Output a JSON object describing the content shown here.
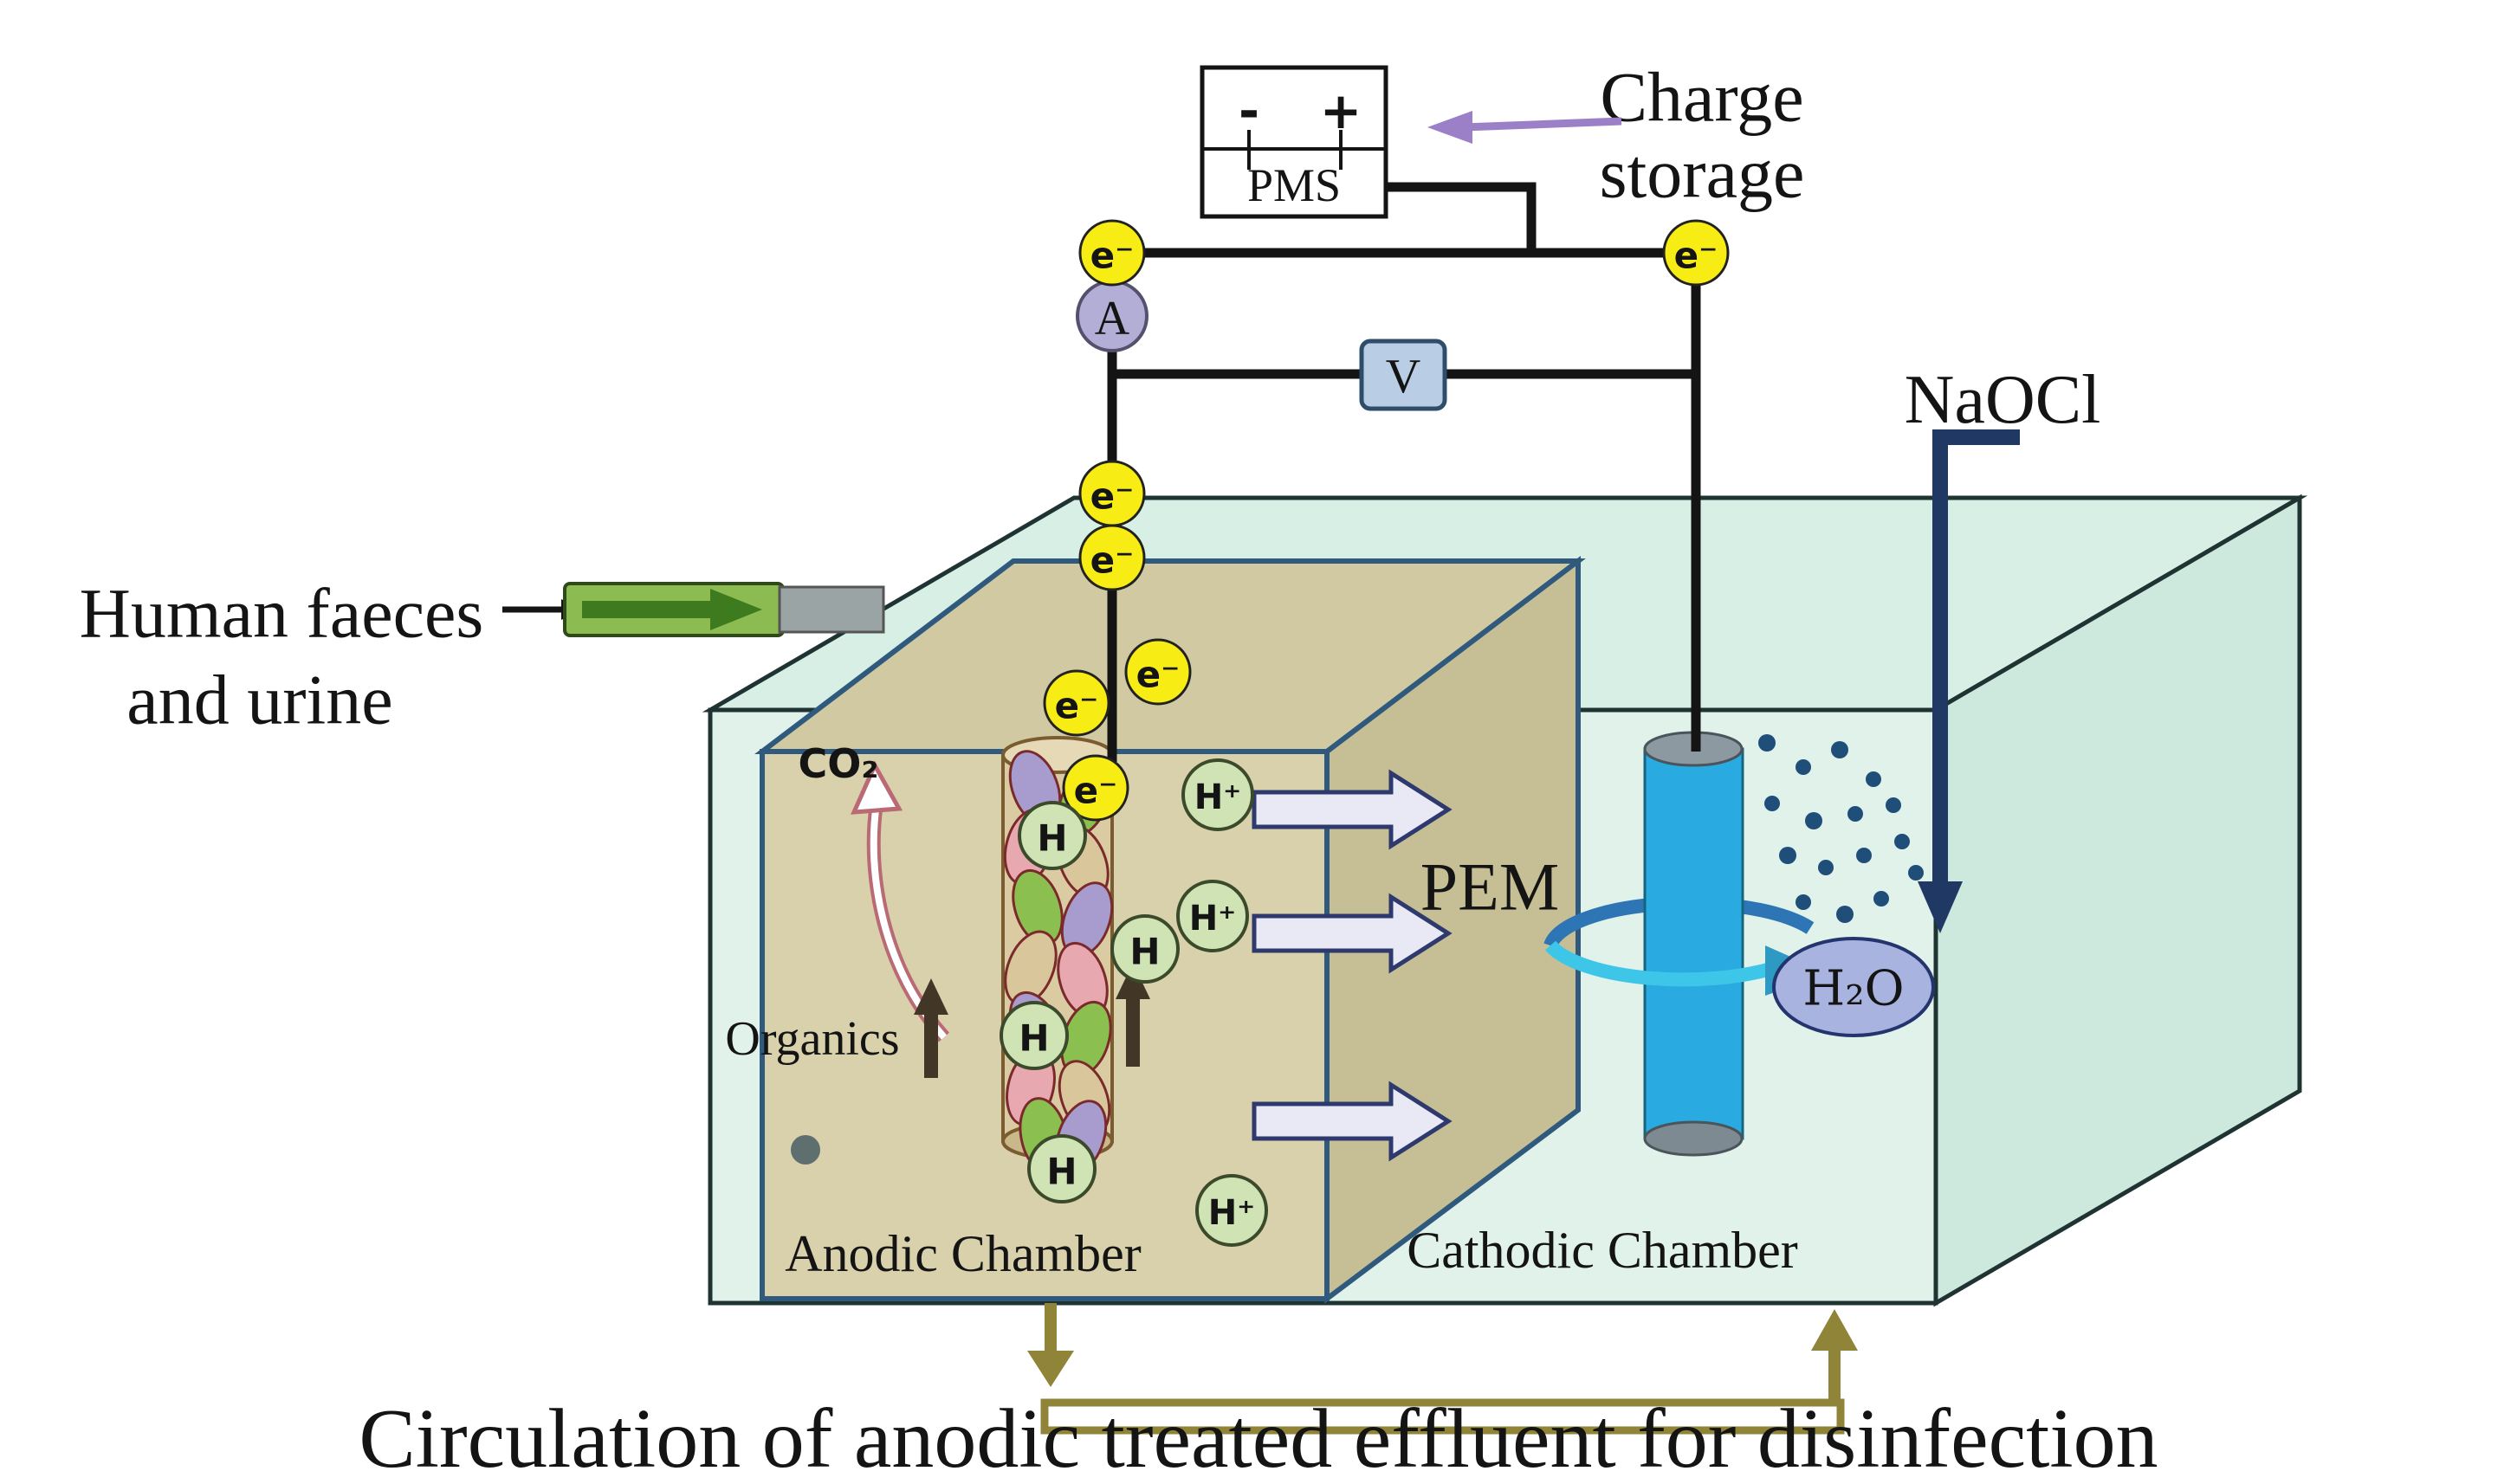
{
  "figure": {
    "caption": "Circulation of anodic treated effluent for disinfection"
  },
  "power": {
    "charge_storage_line1": "Charge",
    "charge_storage_line2": "storage",
    "pms_label": "PMS",
    "terminal_minus": "-",
    "terminal_plus": "+",
    "ammeter_label": "A",
    "voltmeter_label": "V"
  },
  "feed": {
    "line1": "Human faeces",
    "line2": "and urine"
  },
  "chemistry": {
    "co2": "CO₂",
    "organics": "Organics",
    "naocl": "NaOCl",
    "h2o": "H₂O"
  },
  "symbols": {
    "electron": "e⁻",
    "proton_h": "H",
    "proton_hplus": "H⁺"
  },
  "chambers": {
    "anodic": "Anodic Chamber",
    "cathodic": "Cathodic Chamber",
    "membrane": "PEM"
  },
  "colors": {
    "electron_fill": "#f7ec13",
    "proton_fill": "#cfe3b4",
    "tank_fill": "#e0f2ea",
    "anodic_fill": "#d8d1ab",
    "cathode_blue": "#29abe2",
    "circulation_olive": "#8f8437",
    "naocl_navy": "#1f3864",
    "charge_arrow_purple": "#9b7fc7",
    "h2o_fill": "#a9b3e0"
  }
}
